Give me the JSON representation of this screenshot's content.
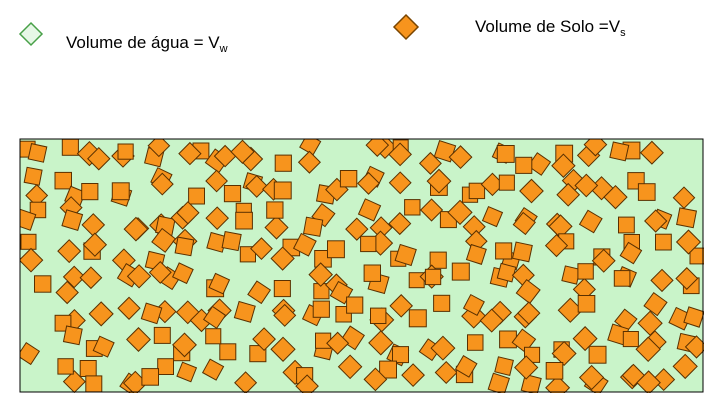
{
  "legend": {
    "water": {
      "label": "Volume de água = V",
      "subscript": "w",
      "fill": "#e6f7e6",
      "stroke": "#48a048",
      "icon": "diamond-outline-icon"
    },
    "soil": {
      "label": "Volume de Solo =V",
      "subscript": "s",
      "fill": "#f7941d",
      "stroke": "#7a4500",
      "icon": "diamond-filled-icon"
    }
  },
  "sample": {
    "background": "#c9f4c9",
    "border": "#000000",
    "particle_fill": "#f7941d",
    "particle_stroke": "#5a3000"
  }
}
